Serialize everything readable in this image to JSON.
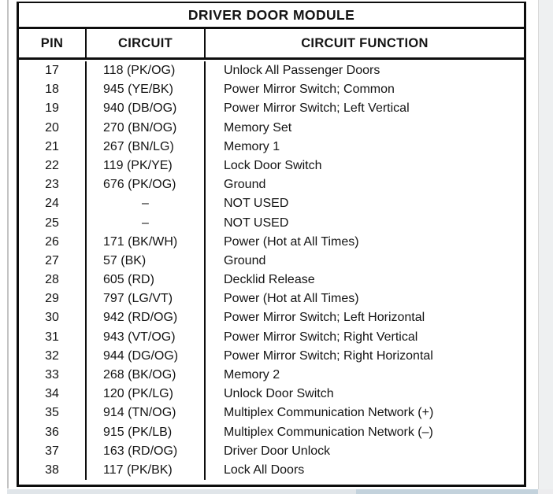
{
  "table": {
    "title": "DRIVER DOOR MODULE",
    "columns": [
      "PIN",
      "CIRCUIT",
      "CIRCUIT FUNCTION"
    ],
    "rows": [
      {
        "pin": "17",
        "circuit": "118 (PK/OG)",
        "function": "Unlock All Passenger Doors"
      },
      {
        "pin": "18",
        "circuit": "945 (YE/BK)",
        "function": "Power Mirror Switch; Common"
      },
      {
        "pin": "19",
        "circuit": "940 (DB/OG)",
        "function": "Power Mirror Switch; Left Vertical"
      },
      {
        "pin": "20",
        "circuit": "270 (BN/OG)",
        "function": "Memory Set"
      },
      {
        "pin": "21",
        "circuit": "267 (BN/LG)",
        "function": "Memory 1"
      },
      {
        "pin": "22",
        "circuit": "119 (PK/YE)",
        "function": "Lock Door Switch"
      },
      {
        "pin": "23",
        "circuit": "676 (PK/OG)",
        "function": "Ground"
      },
      {
        "pin": "24",
        "circuit": "–",
        "function": "NOT USED"
      },
      {
        "pin": "25",
        "circuit": "–",
        "function": "NOT USED"
      },
      {
        "pin": "26",
        "circuit": "171 (BK/WH)",
        "function": "Power (Hot at All Times)"
      },
      {
        "pin": "27",
        "circuit": "57 (BK)",
        "function": "Ground"
      },
      {
        "pin": "28",
        "circuit": "605 (RD)",
        "function": "Decklid Release"
      },
      {
        "pin": "29",
        "circuit": "797 (LG/VT)",
        "function": "Power (Hot at All Times)"
      },
      {
        "pin": "30",
        "circuit": "942 (RD/OG)",
        "function": "Power Mirror Switch; Left Horizontal"
      },
      {
        "pin": "31",
        "circuit": "943 (VT/OG)",
        "function": "Power Mirror Switch; Right Vertical"
      },
      {
        "pin": "32",
        "circuit": "944 (DG/OG)",
        "function": "Power Mirror Switch; Right Horizontal"
      },
      {
        "pin": "33",
        "circuit": "268 (BK/OG)",
        "function": "Memory 2"
      },
      {
        "pin": "34",
        "circuit": "120 (PK/LG)",
        "function": "Unlock Door Switch"
      },
      {
        "pin": "35",
        "circuit": "914 (TN/OG)",
        "function": "Multiplex Communication Network (+)"
      },
      {
        "pin": "36",
        "circuit": "915 (PK/LB)",
        "function": "Multiplex Communication Network (–)"
      },
      {
        "pin": "37",
        "circuit": "163 (RD/OG)",
        "function": "Driver Door Unlock"
      },
      {
        "pin": "38",
        "circuit": "117 (PK/BK)",
        "function": "Lock All Doors"
      }
    ]
  },
  "colors": {
    "table_border": "#0d0d0d",
    "text": "#141414",
    "page_edge_line": "#c3c3c3",
    "right_margin": "#eef0f1",
    "scrollbar_track": "#e0e5e9",
    "scrollbar_thumb": "#c3d2dc"
  }
}
